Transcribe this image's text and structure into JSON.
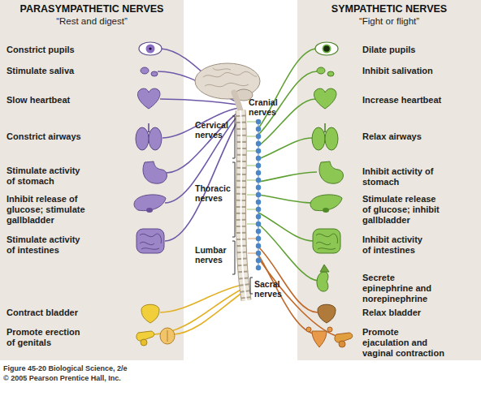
{
  "diagram": {
    "nodes": [
      {
        "text": [
          "PARASYMPATHETIC NERVES",
          "“Rest and digest”",
          "Constrict pupils",
          "Stimulate saliva",
          "Slow heartbeat",
          "Constrict airways",
          "Stimulate activity of stomach",
          "Inhibit release of glucose; stimulate gallbladder",
          "Stimulate activity of intestines",
          "Contract bladder",
          "Promote erection of genitals"
        ]
      },
      {
        "text": [
          "SYMPATHETIC NERVES",
          "“Fight or flight”",
          "Dilate pupils",
          "Inhibit salivation",
          "Increase heartbeat",
          "Relax airways",
          "Inhibit activity of stomach",
          "Stimulate release of glucose; inhibit gallbladder",
          "Inhibit activity of intestines",
          "Secrete epinephrine and norepinephrine",
          "Relax bladder",
          "Promote ejaculation and vaginal contraction"
        ]
      }
    ],
    "labels": [
      "Cranial nerves",
      "Cervical nerves",
      "Thoracic nerves",
      "Lumbar nerves",
      "Sacral nerves",
      "Figure 45-20 Biological Science, 2/e",
      "© 2005 Pearson Prentice Hall, Inc."
    ]
  }
}
